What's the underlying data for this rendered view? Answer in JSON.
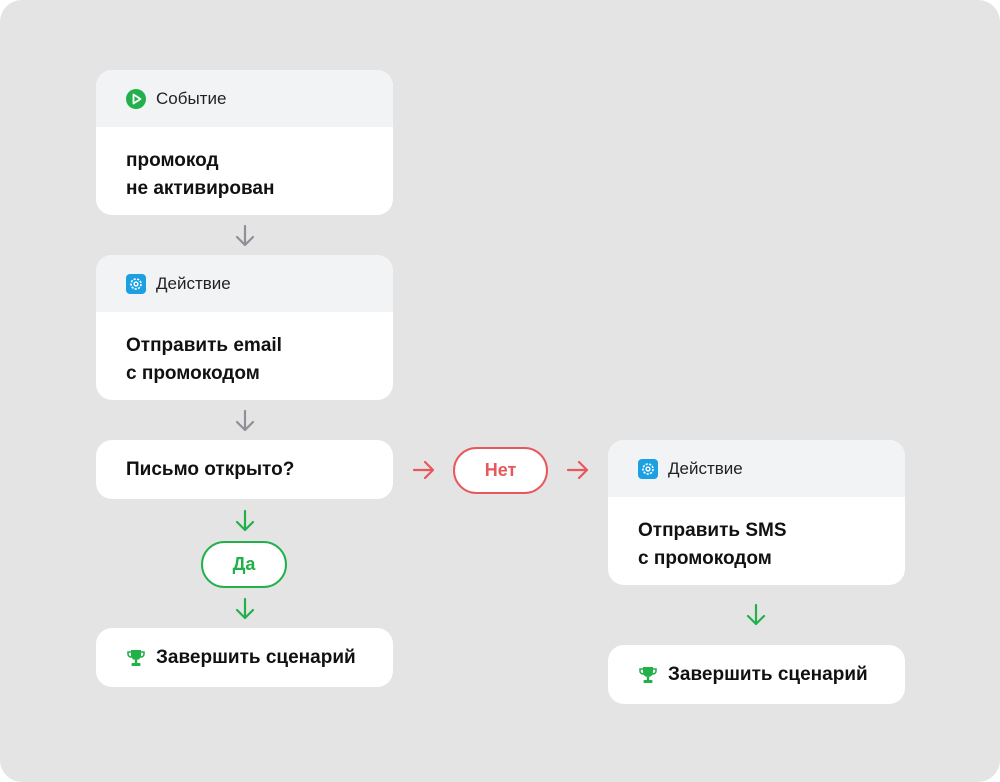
{
  "colors": {
    "neutral_arrow": "#8e8f98",
    "no_branch": "#e8575b",
    "yes_branch": "#22b04b",
    "event_icon": "#22b04b",
    "action_icon": "#1ba0e2",
    "trophy_icon": "#22b04b"
  },
  "nodes": {
    "event": {
      "header": "Событие",
      "icon": "play-circle-icon",
      "line1": "промокод",
      "line2": "не активирован"
    },
    "action_email": {
      "header": "Действие",
      "icon": "gear-icon",
      "line1": "Отправить email",
      "line2": "с промокодом"
    },
    "condition": {
      "label": "Письмо открыто?"
    },
    "branch_no": {
      "label": "Нет"
    },
    "branch_yes": {
      "label": "Да"
    },
    "action_sms": {
      "header": "Действие",
      "icon": "gear-icon",
      "line1": "Отправить SMS",
      "line2": "с промокодом"
    },
    "finish_left": {
      "label": "Завершить сценарий",
      "icon": "trophy-icon"
    },
    "finish_right": {
      "label": "Завершить сценарий",
      "icon": "trophy-icon"
    }
  }
}
